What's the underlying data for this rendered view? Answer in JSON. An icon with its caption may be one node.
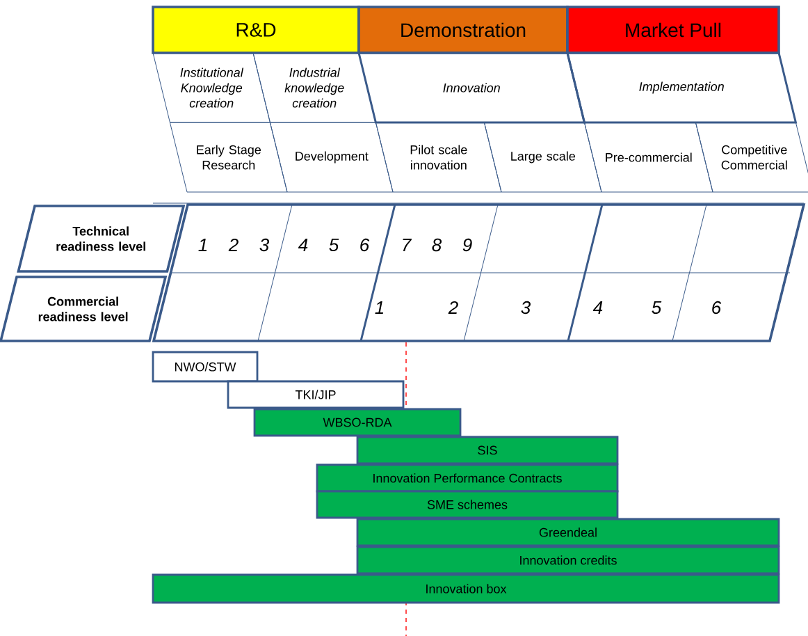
{
  "diagram": {
    "nodes": [
      {
        "text": [
          "R&D"
        ]
      },
      {
        "text": [
          "Demonstration"
        ]
      },
      {
        "text": [
          "Market Pull"
        ]
      },
      {
        "text": [
          "Institutional Knowledge creation"
        ]
      },
      {
        "text": [
          "Industrial knowledge creation"
        ]
      },
      {
        "text": [
          "Innovation"
        ]
      },
      {
        "text": [
          "Implementation"
        ]
      },
      {
        "text": [
          "Early Stage Research"
        ]
      },
      {
        "text": [
          "Development"
        ]
      },
      {
        "text": [
          "Pilot scale innovation"
        ]
      },
      {
        "text": [
          "Large scale"
        ]
      },
      {
        "text": [
          "Pre-commercial"
        ]
      },
      {
        "text": [
          "Competitive Commercial"
        ]
      },
      {
        "text": [
          "Technical readiness level"
        ]
      },
      {
        "text": [
          "Commercial readiness level"
        ]
      },
      {
        "text": [
          "NWO/STW"
        ]
      },
      {
        "text": [
          "TKI/JIP"
        ]
      },
      {
        "text": [
          "WBSO-RDA"
        ]
      },
      {
        "text": [
          "SIS"
        ]
      },
      {
        "text": [
          "Innovation Performance Contracts"
        ]
      },
      {
        "text": [
          "SME schemes"
        ]
      },
      {
        "text": [
          "Greendeal"
        ]
      },
      {
        "text": [
          "Innovation credits"
        ]
      },
      {
        "text": [
          "Innovation box"
        ]
      }
    ],
    "labels": [
      "1",
      "2",
      "3",
      "4",
      "5",
      "6",
      "7",
      "8",
      "9",
      "1",
      "2",
      "3",
      "4",
      "5",
      "6"
    ]
  }
}
